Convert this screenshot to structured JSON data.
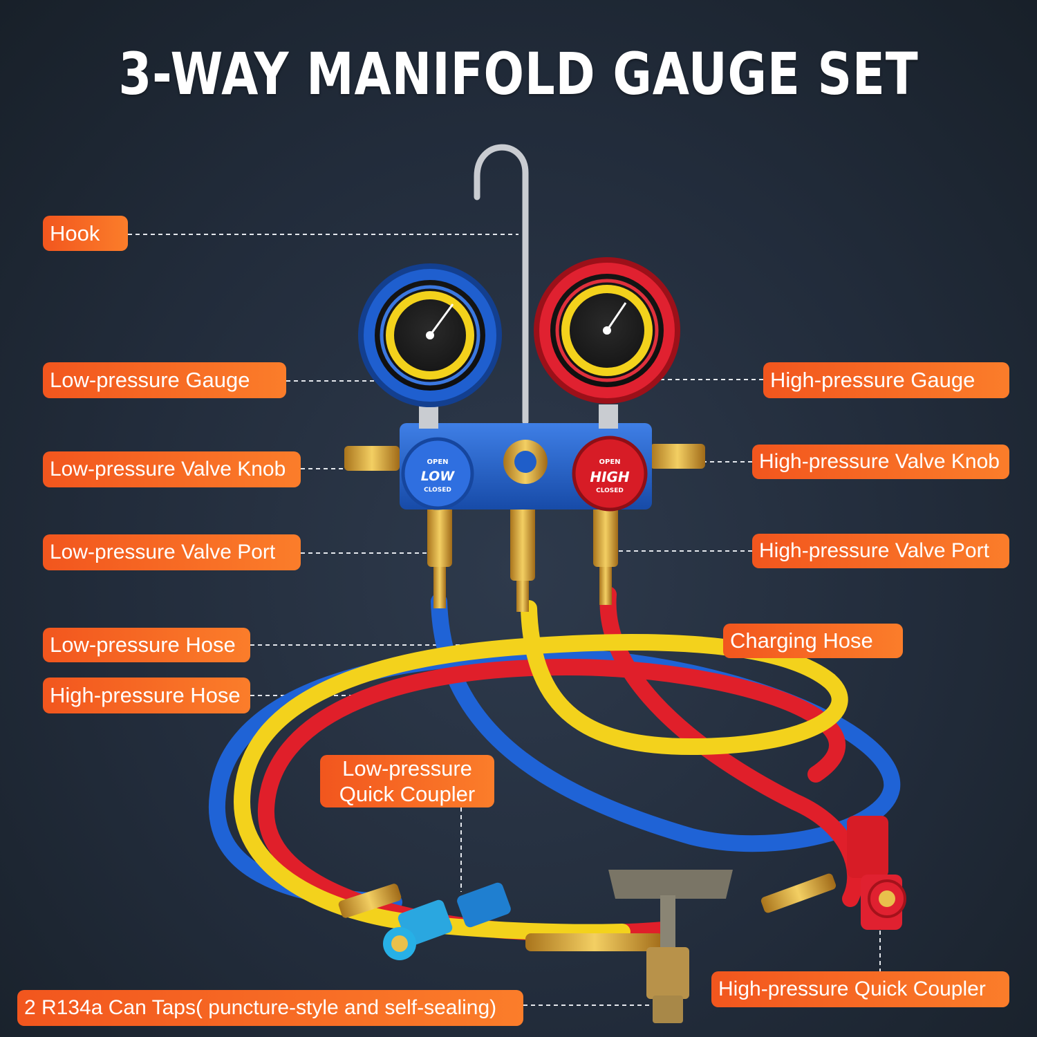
{
  "title": "3-WAY MANIFOLD GAUGE SET",
  "callouts": {
    "hook": "Hook",
    "low_gauge": "Low-pressure Gauge",
    "high_gauge": "High-pressure Gauge",
    "low_knob": "Low-pressure Valve Knob",
    "high_knob": "High-pressure Valve Knob",
    "low_port": "Low-pressure Valve Port",
    "high_port": "High-pressure Valve Port",
    "charging_hose": "Charging Hose",
    "low_hose": "Low-pressure Hose",
    "high_hose": "High-pressure Hose",
    "low_coupler_1": "Low-pressure",
    "low_coupler_2": "Quick Coupler",
    "can_taps": "2 R134a Can Taps( puncture-style and self-sealing)",
    "high_coupler": "High-pressure Quick Coupler"
  },
  "knobs": {
    "low": {
      "label": "LOW",
      "open": "OPEN",
      "closed": "CLOSED"
    },
    "high": {
      "label": "HIGH",
      "open": "OPEN",
      "closed": "CLOSED"
    }
  },
  "colors": {
    "tag": "#f5601f",
    "low": "#1f63d6",
    "high": "#e01f2a",
    "charging": "#f3d21c",
    "brass": "#d9a640"
  }
}
